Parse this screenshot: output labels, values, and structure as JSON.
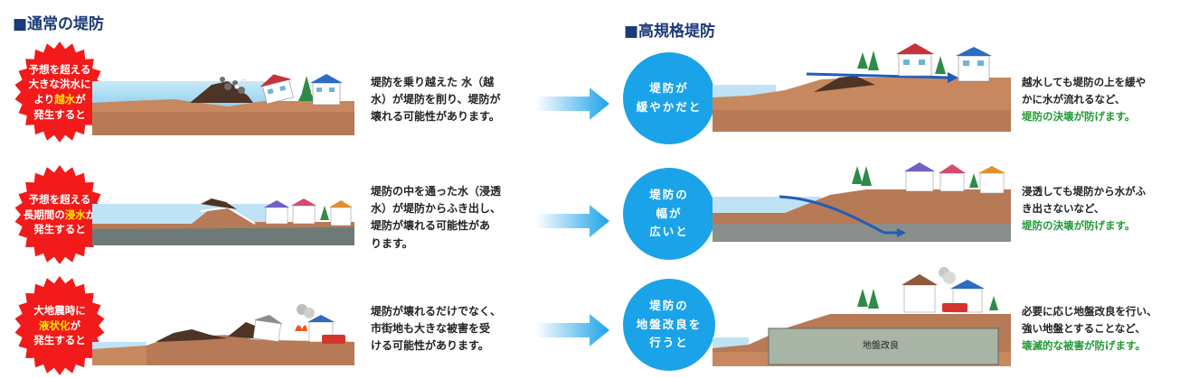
{
  "headings": {
    "normal": "■通常の堤防",
    "high_standard": "■高規格堤防"
  },
  "rows": [
    {
      "cause_lines": [
        {
          "pre": "予想を超える",
          "hl": "",
          "post": ""
        },
        {
          "pre": "大きな洪水に",
          "hl": "",
          "post": ""
        },
        {
          "pre": "より",
          "hl": "越水",
          "post": "が"
        },
        {
          "pre": "発生すると",
          "hl": "",
          "post": ""
        }
      ],
      "risk_lines": [
        "堤防を乗り越えた 水（越",
        "水）が堤防を削り、堤防が",
        "壊れる可能性があります。"
      ],
      "feature_lines": [
        "堤防が",
        "緩やかだと"
      ],
      "effect_lines": [
        "越水しても堤防の上を緩や",
        "かに水が流れるなど、"
      ],
      "effect_highlight": "堤防の決壊が防げます。"
    },
    {
      "cause_lines": [
        {
          "pre": "予想を超える",
          "hl": "",
          "post": ""
        },
        {
          "pre": "長期間の",
          "hl": "浸水",
          "post": "が"
        },
        {
          "pre": "発生すると",
          "hl": "",
          "post": ""
        }
      ],
      "risk_lines": [
        "堤防の中を通った水（浸透",
        "水）が堤防からふき出し、",
        "堤防が壊れる可能性があ",
        "ります。"
      ],
      "feature_lines": [
        "堤防の",
        "幅が",
        "広いと"
      ],
      "effect_lines": [
        "浸透しても堤防から水がふ",
        "き出さないなど、"
      ],
      "effect_highlight": "堤防の決壊が防げます。"
    },
    {
      "cause_lines": [
        {
          "pre": "大地震時に",
          "hl": "",
          "post": ""
        },
        {
          "pre": "",
          "hl": "液状化",
          "post": "が"
        },
        {
          "pre": "発生すると",
          "hl": "",
          "post": ""
        }
      ],
      "risk_lines": [
        "堤防が壊れるだけでなく、",
        "市街地も大きな被害を受",
        "ける可能性があります。"
      ],
      "feature_lines": [
        "堤防の",
        "地盤改良を",
        "行うと"
      ],
      "effect_lines": [
        "必要に応じ地盤改良を行い、",
        "強い地盤とすることなど、"
      ],
      "effect_highlight": "壊滅的な被害が防げます。",
      "ground_label": "地盤改良"
    }
  ],
  "colors": {
    "burst": "#f21a1a",
    "highlight": "#ffe600",
    "circle": "#1aa3e8",
    "good": "#1f9a34",
    "heading": "#1a3a78"
  }
}
